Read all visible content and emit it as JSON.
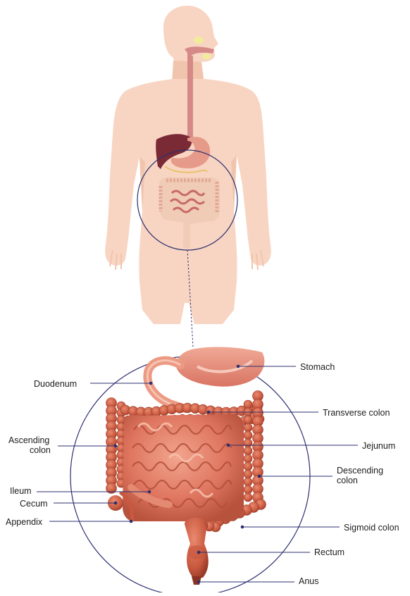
{
  "diagram": {
    "labels": {
      "stomach": "Stomach",
      "duodenum": "Duodenum",
      "transverse_colon": "Transverse colon",
      "ascending_colon_line1": "Ascending",
      "ascending_colon_line2": "colon",
      "jejunum": "Jejunum",
      "descending_colon_line1": "Descending",
      "descending_colon_line2": "colon",
      "ileum": "Ileum",
      "cecum": "Cecum",
      "appendix": "Appendix",
      "sigmoid_colon": "Sigmoid colon",
      "rectum": "Rectum",
      "anus": "Anus"
    },
    "colors": {
      "skin": "#f8d5c2",
      "skin_shadow": "#f1c4ad",
      "esophagus": "#d58a88",
      "liver": "#7a2a35",
      "stomach_body": "#e69a8a",
      "intestine": "#e07560",
      "intestine_dark": "#a5442f",
      "intestine_light": "#f3b19a",
      "circle_line": "#2d2f6f",
      "leader_line": "#2d2f6f",
      "teeth": "#f1ec9b"
    }
  }
}
